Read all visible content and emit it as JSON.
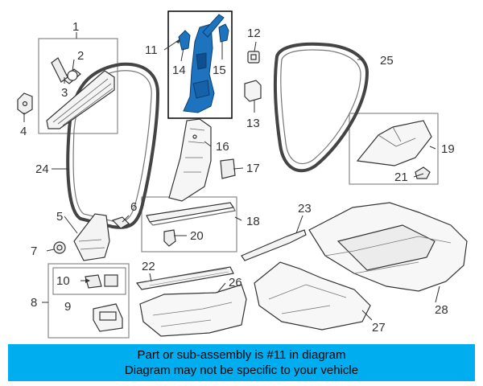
{
  "diagram": {
    "callouts": [
      "1",
      "2",
      "3",
      "4",
      "5",
      "6",
      "7",
      "8",
      "9",
      "10",
      "11",
      "12",
      "13",
      "14",
      "15",
      "16",
      "17",
      "18",
      "19",
      "20",
      "21",
      "22",
      "23",
      "24",
      "25",
      "26",
      "27",
      "28"
    ],
    "highlight_color": "#1e73be",
    "banner_color": "#00aeef"
  },
  "footer": {
    "line1": "Part or sub-assembly is #11 in diagram",
    "line2": "Diagram may not be specific to your vehicle"
  }
}
